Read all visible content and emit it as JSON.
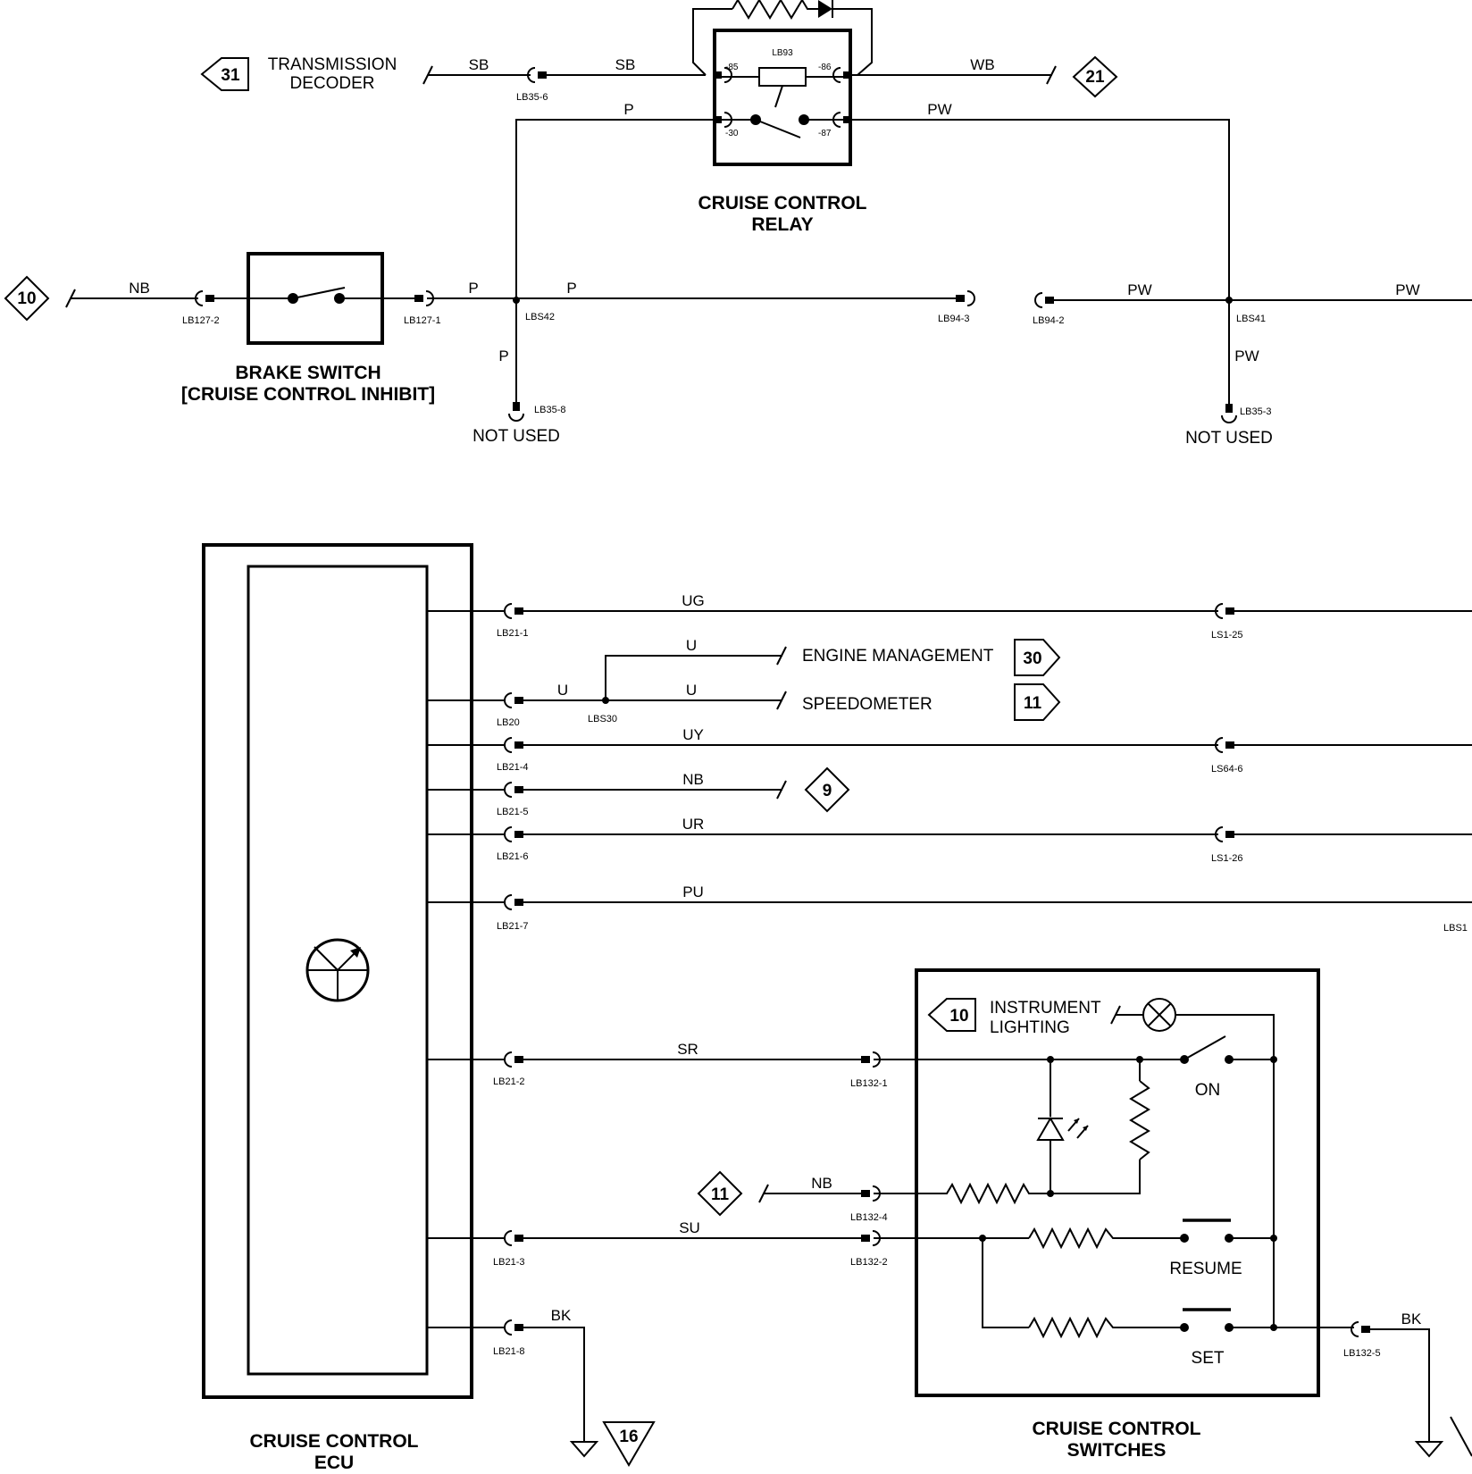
{
  "relay": {
    "title_line1": "CRUISE CONTROL",
    "title_line2": "RELAY",
    "id": "LB93",
    "pins": [
      "-85",
      "-86",
      "-30",
      "-87"
    ]
  },
  "brake_switch": {
    "title_line1": "BRAKE SWITCH",
    "title_line2": "[CRUISE CONTROL INHIBIT]"
  },
  "ecu": {
    "title_line1": "CRUISE CONTROL",
    "title_line2": "ECU"
  },
  "switches": {
    "title_line1": "CRUISE CONTROL",
    "title_line2": "SWITCHES",
    "on": "ON",
    "resume": "RESUME",
    "set": "SET",
    "lighting_line1": "INSTRUMENT",
    "lighting_line2": "LIGHTING"
  },
  "labels": {
    "trans_line1": "TRANSMISSION",
    "trans_line2": "DECODER",
    "engine_mgmt": "ENGINE MANAGEMENT",
    "speedometer": "SPEEDOMETER",
    "not_used": "NOT USED"
  },
  "refs": {
    "r31": "31",
    "r21": "21",
    "r10a": "10",
    "r30": "30",
    "r11a": "11",
    "r9": "9",
    "r10b": "10",
    "r11b": "11",
    "r16": "16"
  },
  "wires": {
    "sb1": "SB",
    "sb2": "SB",
    "wb": "WB",
    "p_relay": "P",
    "pw_relay": "PW",
    "nb_brake": "NB",
    "p_brake": "P",
    "p_right": "P",
    "p_down": "P",
    "pw_left": "PW",
    "pw_right": "PW",
    "pw_down": "PW",
    "ug": "UG",
    "u_eng": "U",
    "u_left": "U",
    "u_spd": "U",
    "uy": "UY",
    "nb_ecu": "NB",
    "ur": "UR",
    "pu": "PU",
    "sr": "SR",
    "nb_sw": "NB",
    "su": "SU",
    "bk_ecu": "BK",
    "bk_sw": "BK"
  },
  "connectors": {
    "lb35_6": "LB35-6",
    "lb127_2": "LB127-2",
    "lb127_1": "LB127-1",
    "lbs42": "LBS42",
    "lb94_3": "LB94-3",
    "lb94_2": "LB94-2",
    "lbs41": "LBS41",
    "lb35_8": "LB35-8",
    "lb35_3": "LB35-3",
    "lb21_1": "LB21-1",
    "ls1_25": "LS1-25",
    "lb20": "LB20",
    "lbs30": "LBS30",
    "lb21_4": "LB21-4",
    "ls64_6": "LS64-6",
    "lb21_5": "LB21-5",
    "lb21_6": "LB21-6",
    "ls1_26": "LS1-26",
    "lb21_7": "LB21-7",
    "lbs1": "LBS1",
    "lb21_2": "LB21-2",
    "lb132_1": "LB132-1",
    "lb132_4": "LB132-4",
    "lb21_3": "LB21-3",
    "lb132_2": "LB132-2",
    "lb21_8": "LB21-8",
    "lb132_5": "LB132-5"
  }
}
